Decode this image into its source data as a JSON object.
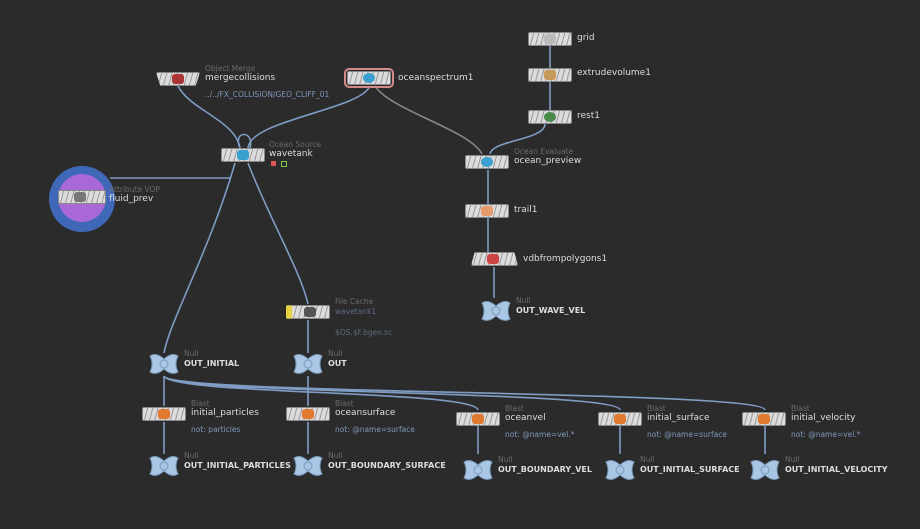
{
  "nodes": {
    "grid": {
      "name": "grid"
    },
    "extrudevolume": {
      "name": "extrudevolume1"
    },
    "rest": {
      "name": "rest1"
    },
    "oceanspectrum": {
      "name": "oceanspectrum1"
    },
    "mergecollisions": {
      "type": "Object Merge",
      "name": "mergecollisions",
      "param": "../../FX_COLLISION/GEO_CLIFF_01"
    },
    "wavetank": {
      "type": "Ocean Source",
      "name": "wavetank"
    },
    "fluid_prev": {
      "type": "Attribute VOP",
      "name": "fluid_prev"
    },
    "ocean_preview": {
      "type": "Ocean Evaluate",
      "name": "ocean_preview"
    },
    "trail": {
      "name": "trail1"
    },
    "vdb": {
      "name": "vdbfrompolygons1"
    },
    "out_wave_vel": {
      "type": "Null",
      "name": "OUT_WAVE_VEL"
    },
    "filecache": {
      "type": "File Cache",
      "name": "wavetank1",
      "param": "$OS.$F.bgeo.sc"
    },
    "out_initial": {
      "type": "Null",
      "name": "OUT_INITIAL"
    },
    "out": {
      "type": "Null",
      "name": "OUT"
    },
    "blast1": {
      "type": "Blast",
      "name": "initial_particles",
      "param": "not: particles"
    },
    "blast2": {
      "type": "Blast",
      "name": "oceansurface",
      "param": "not: @name=surface"
    },
    "blast3": {
      "type": "Blast",
      "name": "oceanvel",
      "param": "not: @name=vel.*"
    },
    "blast4": {
      "type": "Blast",
      "name": "initial_surface",
      "param": "not: @name=surface"
    },
    "blast5": {
      "type": "Blast",
      "name": "initial_velocity",
      "param": "not: @name=vel.*"
    },
    "null1": {
      "type": "Null",
      "name": "OUT_INITIAL_PARTICLES"
    },
    "null2": {
      "type": "Null",
      "name": "OUT_BOUNDARY_SURFACE"
    },
    "null3": {
      "type": "Null",
      "name": "OUT_BOUNDARY_VEL"
    },
    "null4": {
      "type": "Null",
      "name": "OUT_INITIAL_SURFACE"
    },
    "null5": {
      "type": "Null",
      "name": "OUT_INITIAL_VELOCITY"
    }
  },
  "colors": {
    "background": "#2b2b2b",
    "wire": "#7f9cc4",
    "selected": "#d28a8a",
    "filecache": "#e6d23a",
    "vop": "#a869d6"
  }
}
